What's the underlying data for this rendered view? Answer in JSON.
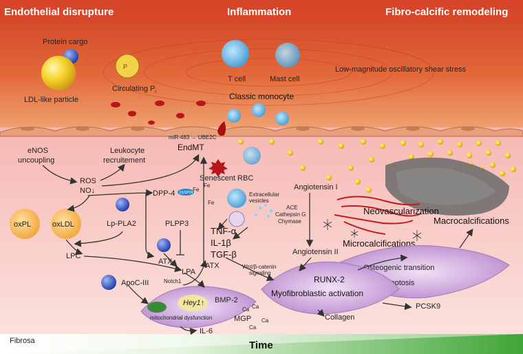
{
  "headers": {
    "left": "Endothelial disrupture",
    "center": "Inflammation",
    "right": "Fibro-calcific remodeling"
  },
  "lumen": {
    "protein_cargo": "Protein cargo",
    "ldl_particle": "LDL-like particle",
    "circulating_pi": "Circulating P",
    "circulating_pi_sub": "i",
    "t_cell": "T cell",
    "mast_cell": "Mast  cell",
    "classic_monocyte": "Classic monocyte",
    "shear_stress": "Low-magnitude oscillatory shear stress"
  },
  "interstitium": {
    "mir": "miR-483",
    "ube2c": "UBE2C",
    "endmt": "EndMT",
    "enos_1": "eNOS",
    "enos_2": "uncoupling",
    "leukocyte_1": "Leukocyte",
    "leukocyte_2": "recruitement",
    "ros": "ROS",
    "no": "NO↓",
    "senescent_rbc": "Senescent RBC",
    "fe": "Fe",
    "extracellular_vesicles_1": "Extracellular",
    "extracellular_vesicles_2": "vesicles",
    "ace": "ACE",
    "cathepsin_g": "Cathepsin G",
    "chymase": "Chymase",
    "dpp4": "DPP-4",
    "dusp": "DUSP24",
    "oxpl": "oxPL",
    "oxldl": "oxLDL",
    "lppla2": "Lp-PLA2",
    "plpp3": "PLPP3",
    "tnf": "TNF-α",
    "il1": "IL-1β",
    "tgf": "TGF-β",
    "angiotensin_i": "Angiotensin I",
    "angiotensin_ii": "Angiotensin II",
    "lpc": "LPC",
    "atx": "ATX",
    "lpa": "LPA",
    "wnt_1": "Wnt/β-catenin",
    "wnt_2": "signaling",
    "neovascularization": "Neovascularization",
    "microcalcifications": "Microcalcifications",
    "macrocalcifications": "Macrocalcifications",
    "runx2": "RUNX-2",
    "myofibroblastic": "Myofibroblastic activation",
    "osteogenic": "Osteogenic transition",
    "apoptosis": "Apoptosis",
    "apoc3": "ApoC-III",
    "notch1": "Notch1",
    "hey1": "Hey1↑",
    "bmp2": "BMP-2",
    "mito": "mitochondrial dysfunction",
    "ca": "Ca",
    "mgp": "MGP",
    "collagen": "Collagen",
    "pcsk9": "PCSK9",
    "il6": "IL-6",
    "fibrosa": "Fibrosa"
  },
  "footer": {
    "time": "Time"
  },
  "colors": {
    "header_band": "#d9472b",
    "lumen_top": "#d85a2e",
    "interstitium": "#f7c6c2",
    "endothelium": "#e8a07a",
    "cell_purple": "#d9b3e6",
    "time_green": "#4caf3a",
    "ldl_yellow": "#f5d32a"
  }
}
